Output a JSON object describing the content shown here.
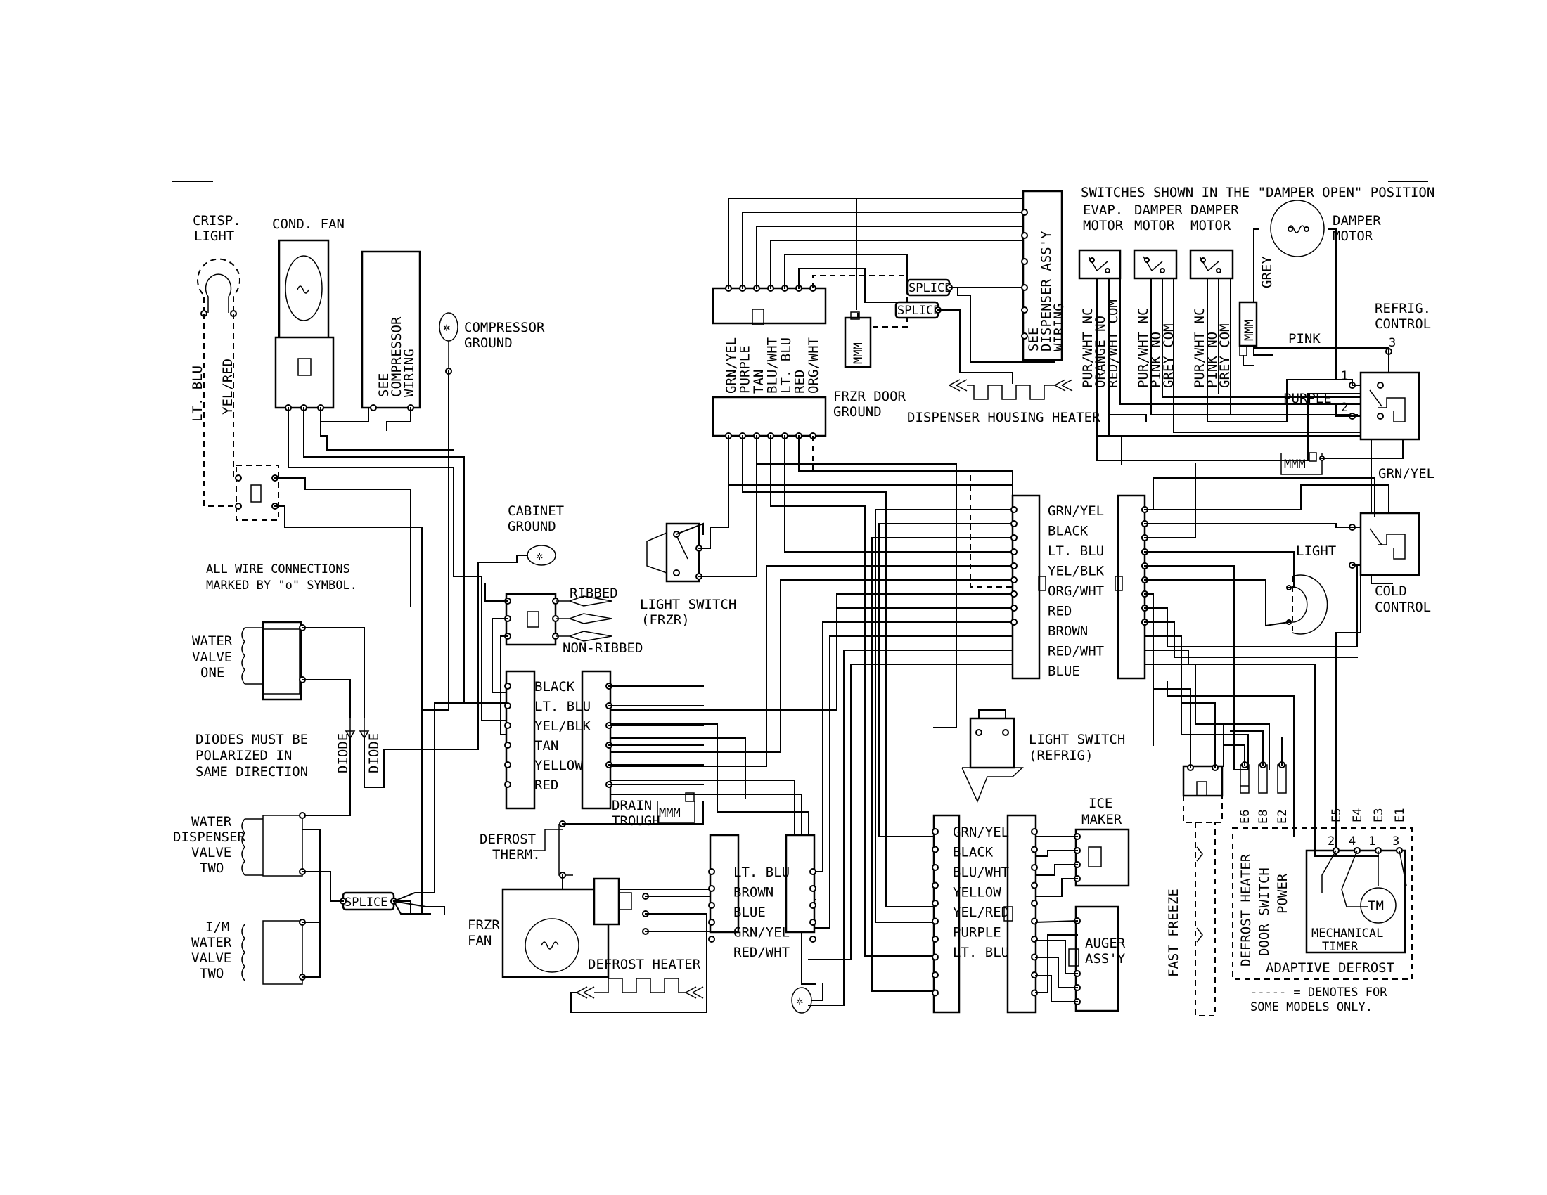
{
  "labels": {
    "crisp_light": [
      "CRISP.",
      "LIGHT"
    ],
    "cond_fan": "COND. FAN",
    "see_compressor_wiring": [
      "SEE",
      "COMPRESSOR",
      "WIRING"
    ],
    "compressor_ground": [
      "COMPRESSOR",
      "GROUND"
    ],
    "lt_blu_vertical": "LT. BLU",
    "yel_red_vertical": "YEL/RED",
    "all_wire_connections": [
      "ALL WIRE CONNECTIONS",
      "MARKED BY \"o\" SYMBOL."
    ],
    "water_valve_one": [
      "WATER",
      "VALVE",
      "ONE"
    ],
    "diodes_note": [
      "DIODES MUST BE",
      "POLARIZED IN",
      "SAME DIRECTION"
    ],
    "diode": "DIODE",
    "water_dispenser_valve_two": [
      "WATER",
      "DISPENSER",
      "VALVE",
      "TWO"
    ],
    "im_water_valve_two": [
      "I/M",
      "WATER",
      "VALVE",
      "TWO"
    ],
    "splice": "SPLICE",
    "cabinet_ground": [
      "CABINET",
      "GROUND"
    ],
    "ribbed": "RIBBED",
    "non_ribbed": "NON-RIBBED",
    "left_connector_wires": [
      "BLACK",
      "LT. BLU",
      "YEL/BLK",
      "TAN",
      "YELLOW",
      "RED"
    ],
    "drain_trough": [
      "DRAIN",
      "TROUGH"
    ],
    "defrost_therm": [
      "DEFROST",
      "THERM."
    ],
    "frzr_fan": [
      "FRZR.",
      "FAN"
    ],
    "defrost_heater": "DEFROST HEATER",
    "mid_connector_wires": [
      "LT. BLU",
      "BROWN",
      "BLUE",
      "GRN/YEL",
      "RED/WHT"
    ],
    "light_switch_frzr": [
      "LIGHT SWITCH",
      "(FRZR)"
    ],
    "top_connector_wires": [
      "GRN/YEL",
      "PURPLE",
      "TAN",
      "BLU/WHT",
      "LT. BLU",
      "RED",
      "ORG/WHT"
    ],
    "frzr_door_ground": [
      "FRZR DOOR",
      "GROUND"
    ],
    "see_dispenser_assy": [
      "SEE",
      "DISPENSER ASS'Y",
      "WIRING"
    ],
    "dispenser_housing_heater": "DISPENSER HOUSING HEATER",
    "right_connector_wires": [
      "GRN/YEL",
      "BLACK",
      "LT. BLU",
      "YEL/BLK",
      "ORG/WHT",
      "RED",
      "BROWN",
      "RED/WHT",
      "BLUE"
    ],
    "light_switch_refrig": [
      "LIGHT SWITCH",
      "(REFRIG)"
    ],
    "ice_maker": [
      "ICE",
      "MAKER"
    ],
    "lower_connector_wires": [
      "GRN/YEL",
      "BLACK",
      "BLU/WHT",
      "YELLOW",
      "YEL/RED",
      "PURPLE",
      "LT. BLU"
    ],
    "auger_assy": [
      "AUGER",
      "ASS'Y"
    ],
    "switches_note": "SWITCHES SHOWN IN THE \"DAMPER OPEN\" POSITION",
    "evap_motor": [
      "EVAP.",
      "MOTOR"
    ],
    "damper_motor": [
      "DAMPER",
      "MOTOR"
    ],
    "damper_wires_1": [
      "PUR/WHT NC",
      "ORANGE NO",
      "RED/WHT COM"
    ],
    "damper_wires_2": [
      "PUR/WHT NC",
      "PINK NO",
      "GREY COM"
    ],
    "damper_wires_3": [
      "PUR/WHT NC",
      "PINK NO",
      "GREY COM"
    ],
    "grey": "GREY",
    "pink": "PINK",
    "purple": "PURPLE",
    "refrig_control": [
      "REFRIG.",
      "CONTROL"
    ],
    "grn_yel": "GRN/YEL",
    "light": "LIGHT",
    "cold_control": [
      "COLD",
      "CONTROL"
    ],
    "fast_freeze": "FAST FREEZE",
    "timer_terminals": [
      "E6",
      "E8",
      "E2"
    ],
    "timer_functions": [
      "DEFROST HEATER",
      "DOOR SWITCH",
      "POWER"
    ],
    "timer_e_labels": [
      "E5",
      "E4",
      "E3",
      "E1"
    ],
    "timer_pins": [
      "2",
      "4",
      "1",
      "3"
    ],
    "mechanical_timer": [
      "MECHANICAL",
      "TIMER"
    ],
    "tm": "TM",
    "adaptive_defrost": "ADAPTIVE DEFROST",
    "denotes_note": [
      "----- = DENOTES FOR",
      "SOME MODELS ONLY."
    ],
    "mmm": "MMM",
    "control_pins": [
      "1",
      "2",
      "3"
    ]
  }
}
